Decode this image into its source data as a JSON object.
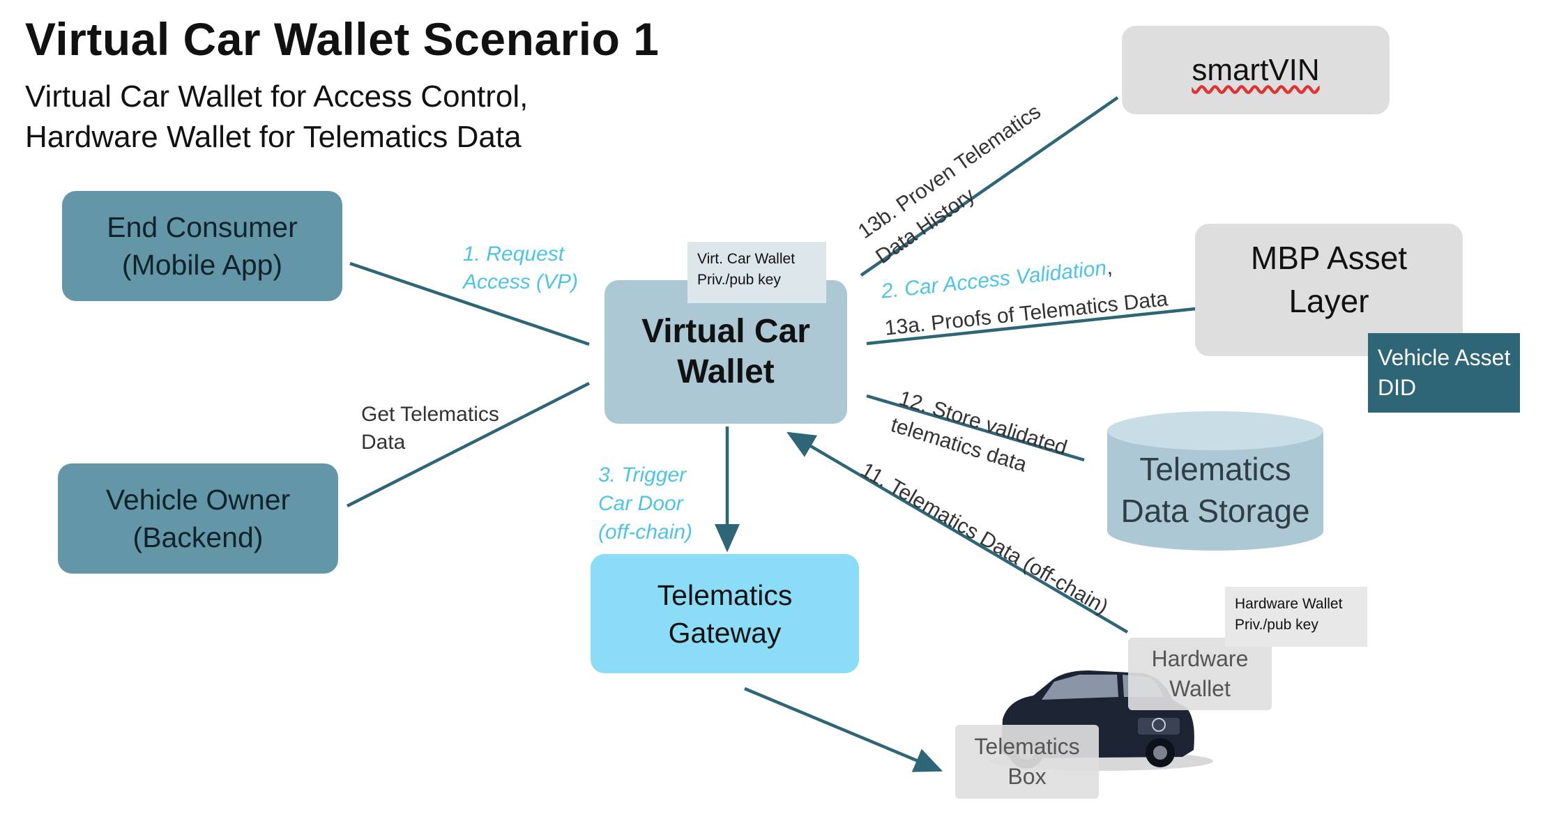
{
  "header": {
    "title": "Virtual Car Wallet Scenario 1",
    "subtitle_line1": "Virtual Car Wallet for Access Control,",
    "subtitle_line2": "Hardware Wallet for Telematics Data"
  },
  "nodes": {
    "end_consumer": "End Consumer\n(Mobile App)",
    "vehicle_owner": "Vehicle Owner\n(Backend)",
    "virtual_wallet": "Virtual Car\nWallet",
    "virtual_wallet_tag": "Virt. Car Wallet\nPriv./pub key",
    "telematics_gateway": "Telematics\nGateway",
    "smartvin": "smartVIN",
    "mbp_asset_layer": "MBP Asset\nLayer",
    "vehicle_asset_did": "Vehicle Asset\nDID",
    "telematics_storage": "Telematics\nData Storage",
    "hardware_wallet": "Hardware\nWallet",
    "hardware_wallet_tag": "Hardware Wallet\nPriv./pub key",
    "telematics_box": "Telematics\nBox"
  },
  "edges": {
    "request_access": "1. Request\nAccess (VP)",
    "get_telematics": "Get Telematics\nData",
    "trigger_car_door": "3. Trigger\nCar Door\n(off-chain)",
    "proven_history": "13b. Proven Telematics\nData History",
    "car_access_validation": "2. Car Access Validation",
    "car_access_validation_comma": ",",
    "proofs_of_telematics": "13a. Proofs of Telematics Data",
    "store_validated": "12. Store validated\ntelematics data",
    "telematics_offchain": "11. Telematics Data (off-chain)"
  },
  "colors": {
    "edge": "#2e6577",
    "dark_node": "#6397a8",
    "wallet_node": "#abc8d4",
    "gateway_node": "#8bdcf6",
    "grey_node": "#dedede",
    "did_node": "#2e6577",
    "accent_label": "#4fc3e6"
  }
}
